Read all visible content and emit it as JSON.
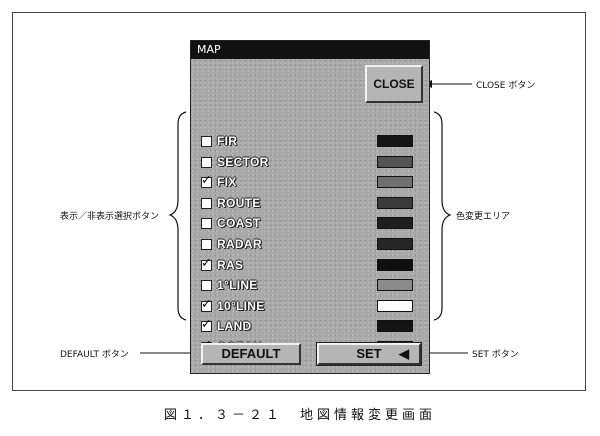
{
  "window": {
    "title": "MAP"
  },
  "buttons": {
    "close": "CLOSE",
    "default": "DEFAULT",
    "set": "SET"
  },
  "layers": [
    {
      "name": "FIR",
      "checked": false,
      "color": "#151515"
    },
    {
      "name": "SECTOR",
      "checked": false,
      "color": "#545454"
    },
    {
      "name": "FIX",
      "checked": true,
      "color": "#707070"
    },
    {
      "name": "ROUTE",
      "checked": false,
      "color": "#3a3a3a"
    },
    {
      "name": "COAST",
      "checked": false,
      "color": "#1f1f1f"
    },
    {
      "name": "RADAR",
      "checked": false,
      "color": "#262626"
    },
    {
      "name": "RAS",
      "checked": true,
      "color": "#0f0f0f"
    },
    {
      "name": "1°LINE",
      "checked": false,
      "color": "#8a8a8a"
    },
    {
      "name": "10°LINE",
      "checked": true,
      "color": "#ffffff"
    },
    {
      "name": "LAND",
      "checked": true,
      "color": "#141414"
    },
    {
      "name": "OCEAN",
      "checked": true,
      "color": "#525252"
    }
  ],
  "annotations": {
    "close_button": "CLOSE ボタン",
    "display_toggle": "表示／非表示選択ボタン",
    "color_change_area": "色変更エリア",
    "default_button": "DEFAULT ボタン",
    "set_button": "SET ボタン"
  },
  "caption": "図１．３－２１　地図情報変更画面"
}
